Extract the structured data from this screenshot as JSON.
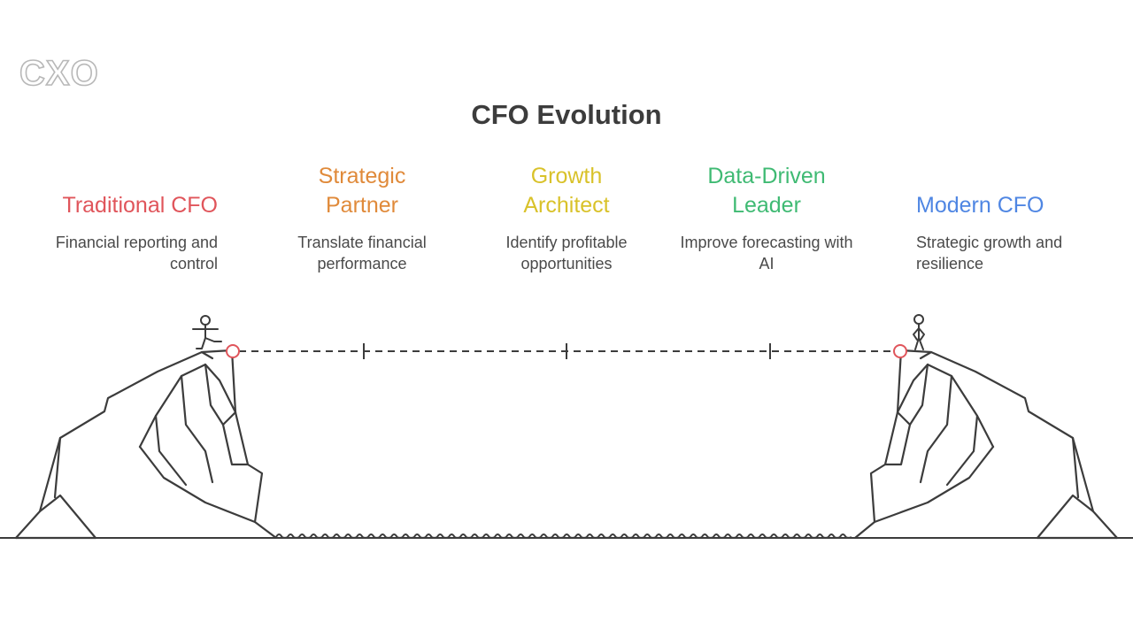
{
  "brand": {
    "logo_text": "CXO"
  },
  "title": "CFO Evolution",
  "stages": [
    {
      "heading": "Traditional CFO",
      "description": "Financial reporting and control",
      "color": "#e0555b"
    },
    {
      "heading": "Strategic Partner",
      "description": "Translate financial performance",
      "color": "#e08a3a"
    },
    {
      "heading": "Growth Architect",
      "description": "Identify profitable opportunities",
      "color": "#d9c22a"
    },
    {
      "heading": "Data-Driven Leader",
      "description": "Improve forecasting with AI",
      "color": "#3fba73"
    },
    {
      "heading": "Modern CFO",
      "description": "Strategic growth and resilience",
      "color": "#4f86e3"
    }
  ],
  "colors": {
    "line": "#3c3c3c",
    "start_marker": "#e0555b"
  }
}
